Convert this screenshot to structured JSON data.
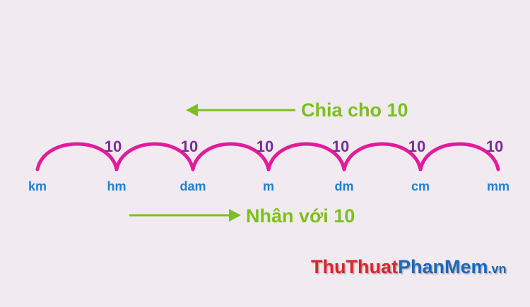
{
  "colors": {
    "background": "#f1eaf1",
    "arc": "#e21c9a",
    "unit_text": "#1f7fd6",
    "factor_text": "#7b2d95",
    "arrow": "#7cc01c",
    "watermark_red": "#e0242b",
    "watermark_blue": "#1a67b8"
  },
  "units": [
    "km",
    "hm",
    "dam",
    "m",
    "dm",
    "cm",
    "mm"
  ],
  "factors": [
    "10",
    "10",
    "10",
    "10",
    "10",
    "10"
  ],
  "divide_caption": "Chia cho 10",
  "multiply_caption": "Nhân với 10",
  "watermark": {
    "part1": "ThuThuat",
    "part2": "PhanMem",
    "part3": ".vn"
  }
}
